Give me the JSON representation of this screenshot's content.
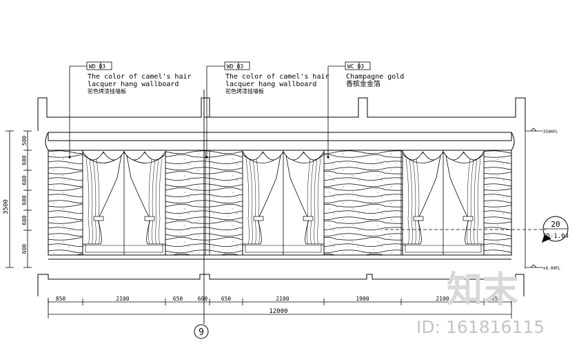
{
  "tags": [
    {
      "code": "WD 03",
      "line1": "The color of camel's hair",
      "line2": "lacquer hang wallboard",
      "line3": "驼色烤漆挂墙板"
    },
    {
      "code": "WD 03",
      "line1": "The color of camel's hair",
      "line2": "lacquer hang wallboard",
      "line3": "驼色烤漆挂墙板"
    },
    {
      "code": "WC 03",
      "line1": "Champagne gold",
      "line2": "香槟金金箔",
      "line3": ""
    }
  ],
  "left_dims": {
    "total": "3500",
    "segments": [
      "500",
      "600",
      "600",
      "600",
      "600",
      "600"
    ]
  },
  "bottom_dims": {
    "segments": [
      "850",
      "2100",
      "650",
      "600",
      "650",
      "2100",
      "1900",
      "2100",
      "650"
    ],
    "total": "12000"
  },
  "level_labels": {
    "top": "3500FL",
    "bottom": "±0.00FL"
  },
  "section_ref": {
    "number": "20",
    "sheet": "ID-1.04"
  },
  "grid_axis": "9",
  "watermark": {
    "logo": "知末",
    "id": "ID: 161816115"
  }
}
